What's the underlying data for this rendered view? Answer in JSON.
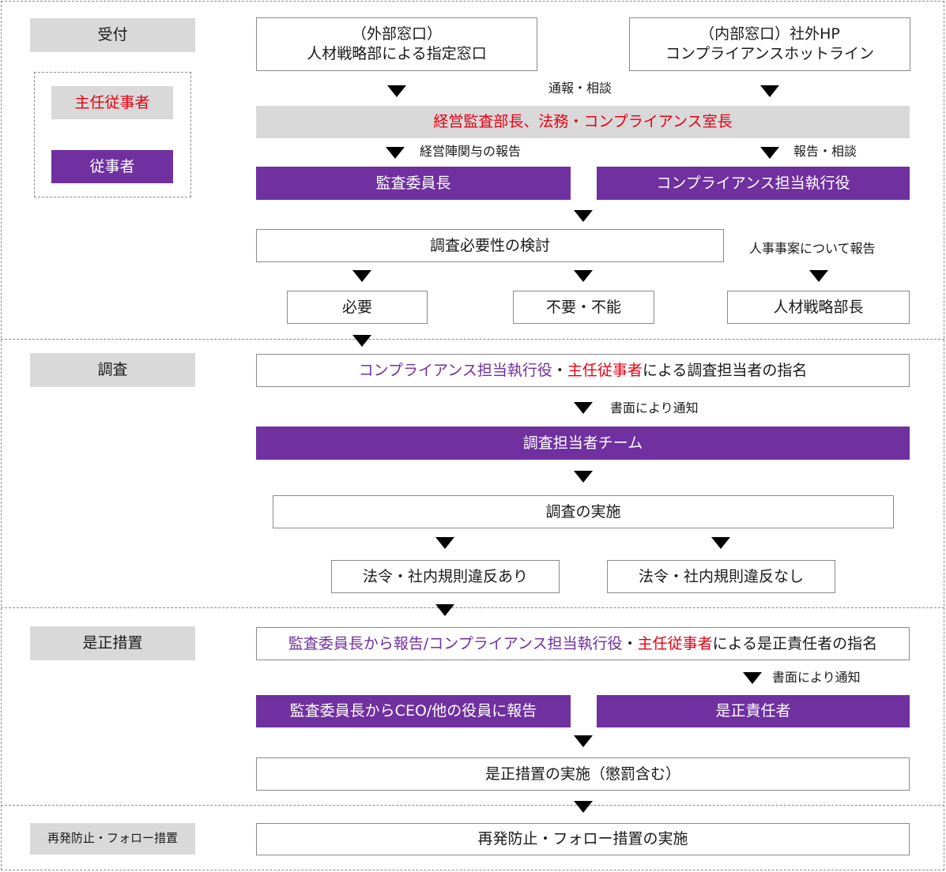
{
  "stages": {
    "reception": "受付",
    "investigation": "調査",
    "correction": "是正措置",
    "prevention": "再発防止・フォロー措置"
  },
  "legend": {
    "chief": "主任従事者",
    "worker": "従事者"
  },
  "reception": {
    "external_line1": "（外部窓口）",
    "external_line2": "人材戦略部による指定窓口",
    "internal_line1": "（内部窓口）社外HP",
    "internal_line2": "コンプライアンスホットライン",
    "report_consult": "通報・相談",
    "managers": "経営監査部長、法務・コンプライアンス室長",
    "mgmt_report": "経営陣関与の報告",
    "report_consult2": "報告・相談",
    "audit_chair": "監査委員長",
    "compliance_officer": "コンプライアンス担当執行役",
    "necessity_review": "調査必要性の検討",
    "hr_report_label": "人事事案について報告",
    "required": "必要",
    "not_required": "不要・不能",
    "hr_director": "人材戦略部長"
  },
  "investigation": {
    "assign_part1": "コンプライアンス担当執行役",
    "assign_dot": "・",
    "assign_part2": "主任従事者",
    "assign_part3": "による調査担当者の指名",
    "written_notice": "書面により通知",
    "team": "調査担当者チーム",
    "conduct": "調査の実施",
    "violation": "法令・社内規則違反あり",
    "no_violation": "法令・社内規則違反なし"
  },
  "correction": {
    "assign_part1": "監査委員長から報告/コンプライアンス担当執行役",
    "assign_dot": "・",
    "assign_part2": "主任従事者",
    "assign_part3": "による是正責任者の指名",
    "written_notice": "書面により通知",
    "ceo_report": "監査委員長からCEO/他の役員に報告",
    "responsible": "是正責任者",
    "implement": "是正措置の実施（懲罰含む）"
  },
  "prevention": {
    "implement": "再発防止・フォロー措置の実施"
  },
  "colors": {
    "purple": "#7030a0",
    "red": "#e60012",
    "gray": "#d9d9d9",
    "border": "#8a8a8a"
  }
}
